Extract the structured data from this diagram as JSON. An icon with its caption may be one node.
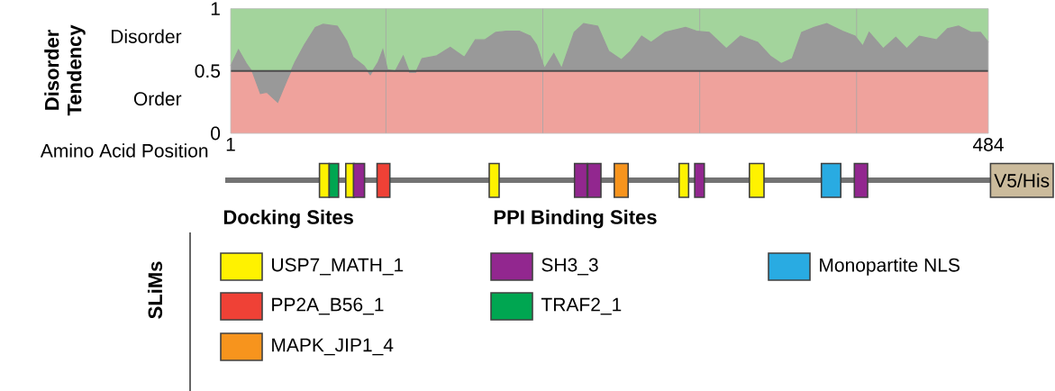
{
  "diagram": {
    "nodes": [
      {
        "text": [],
        "shape": "box"
      },
      {
        "text": [],
        "shape": "box"
      },
      {
        "text": [],
        "shape": "box"
      },
      {
        "text": [],
        "shape": "box"
      },
      {
        "text": [],
        "shape": "box"
      },
      {
        "text": [],
        "shape": "box"
      },
      {
        "text": [],
        "shape": "box"
      },
      {
        "text": [],
        "shape": "box"
      },
      {
        "text": [],
        "shape": "box"
      },
      {
        "text": [],
        "shape": "box"
      },
      {
        "text": [],
        "shape": "box"
      },
      {
        "text": [],
        "shape": "box"
      },
      {
        "text": [],
        "shape": "box"
      },
      {
        "text": [],
        "shape": "box"
      },
      {
        "text": [
          "V5/His"
        ]
      }
    ],
    "labels": [
      "SLiMs",
      "Docking Sites",
      "PPI Binding Sites"
    ],
    "legend": [
      {
        "text": "USP7_MATH_1",
        "color": "#fff200"
      },
      {
        "text": "PP2A_B56_1",
        "color": "#ef4136"
      },
      {
        "text": "MAPK_JIP1_4",
        "color": "#f7941d"
      },
      {
        "text": "SH3_3",
        "color": "#92278f"
      },
      {
        "text": "TRAF2_1",
        "color": "#00a651"
      },
      {
        "text": "Monopartite NLS",
        "color": "#29abe2"
      }
    ],
    "chart_data": {
      "type": "area",
      "xlabel": "Amino Acid Position",
      "bands": [
        {
          "axis": "y",
          "from": 0.5,
          "to": 1,
          "color": "#a3d49c"
        },
        {
          "axis": "y",
          "from": 0,
          "to": 0.5,
          "color": "#efa29c"
        }
      ],
      "ref_lines": [
        {
          "axis": "y",
          "value": 0.5
        }
      ],
      "x": [
        1,
        6,
        11,
        15,
        20,
        24,
        31,
        37,
        42,
        48,
        55,
        60,
        69,
        75,
        79,
        86,
        90,
        95,
        98,
        101,
        106,
        111,
        115,
        119,
        123,
        132,
        141,
        150,
        157,
        163,
        170,
        177,
        185,
        192,
        196,
        201,
        207,
        212,
        220,
        226,
        235,
        242,
        250,
        256,
        263,
        269,
        278,
        291,
        298,
        306,
        317,
        326,
        337,
        345,
        352,
        359,
        365,
        373,
        381,
        391,
        399,
        404,
        408,
        417,
        425,
        432,
        440,
        451,
        458,
        465,
        473,
        479,
        484
      ],
      "series": [
        {
          "color": "#999999",
          "values": [
            0.54,
            0.67,
            0.56,
            0.49,
            0.32,
            0.33,
            0.25,
            0.43,
            0.57,
            0.71,
            0.85,
            0.875,
            0.86,
            0.74,
            0.61,
            0.54,
            0.47,
            0.57,
            0.67,
            0.51,
            0.5,
            0.62,
            0.49,
            0.49,
            0.6,
            0.62,
            0.69,
            0.61,
            0.75,
            0.75,
            0.81,
            0.82,
            0.82,
            0.78,
            0.71,
            0.52,
            0.64,
            0.52,
            0.81,
            0.88,
            0.86,
            0.66,
            0.59,
            0.66,
            0.78,
            0.73,
            0.81,
            0.85,
            0.82,
            0.81,
            0.68,
            0.78,
            0.73,
            0.62,
            0.56,
            0.6,
            0.81,
            0.85,
            0.88,
            0.82,
            0.78,
            0.7,
            0.81,
            0.68,
            0.77,
            0.68,
            0.78,
            0.75,
            0.84,
            0.86,
            0.81,
            0.81,
            0.73
          ]
        }
      ],
      "xlim": [
        1,
        484
      ],
      "ylim": [
        0,
        1
      ],
      "xticks": [
        1,
        484
      ],
      "yticks": [
        0,
        0.5,
        1
      ],
      "annotations": [
        "Disorder Tendency",
        "Disorder",
        "Order"
      ]
    }
  }
}
